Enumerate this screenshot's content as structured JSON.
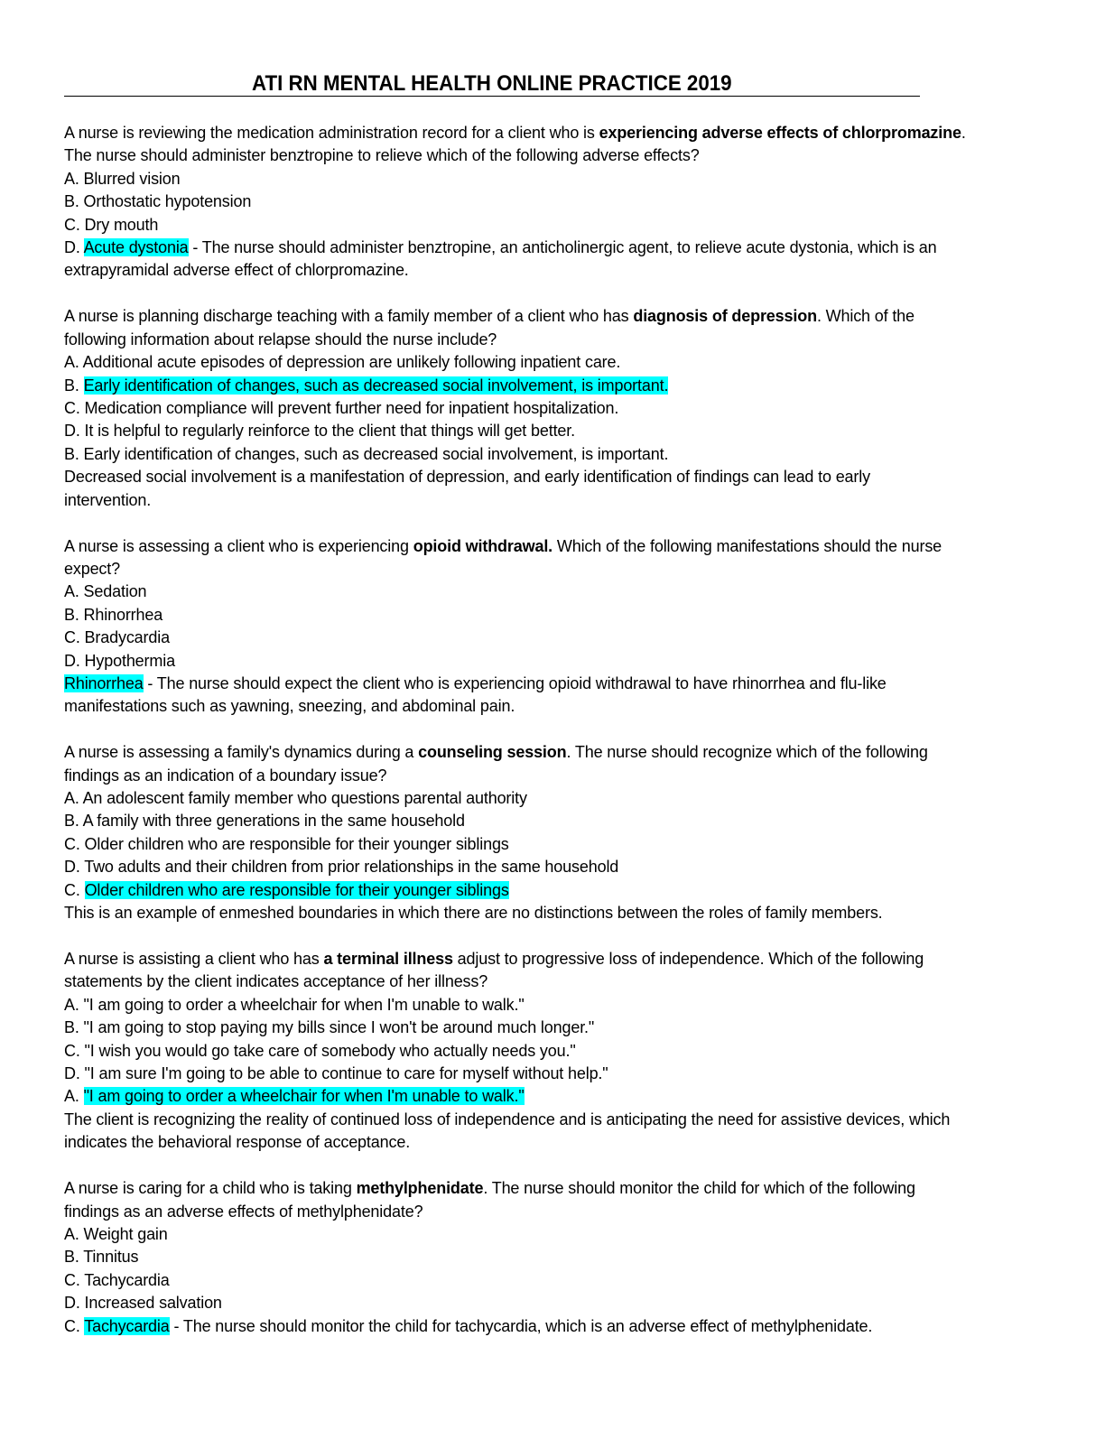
{
  "document": {
    "title": "ATI RN MENTAL HEALTH ONLINE PRACTICE 2019"
  },
  "questions": [
    {
      "stem": [
        [
          "A nurse is reviewing the medication administration record for a client who is ",
          "experiencing adverse effects of chlorpromazine",
          "."
        ],
        [
          "The nurse should administer benztropine to relieve which of the following adverse effects?",
          "",
          ""
        ]
      ],
      "options": [
        "A. Blurred vision",
        "B. Orthostatic hypotension",
        "C. Dry mouth"
      ],
      "answer": {
        "prefix": "D. ",
        "highlight": "Acute dystonia",
        "after": " - The nurse should administer benztropine, an anticholinergic agent, to relieve acute dystonia, which is an"
      },
      "rationale": [
        "extrapyramidal adverse effect of chlorpromazine."
      ]
    },
    {
      "stem": [
        [
          "A nurse is planning discharge teaching with a family member of a client who has ",
          "diagnosis of depression",
          ". Which of the"
        ],
        [
          "following information about relapse should the nurse include?",
          "",
          ""
        ]
      ],
      "options": [
        "A. Additional acute episodes of depression are unlikely following inpatient care.",
        "B. |Early identification of changes, such as decreased social involvement, is important.",
        "C. Medication compliance will prevent further need for inpatient hospitalization.",
        "D. It is helpful to regularly reinforce to the client that things will get better."
      ],
      "rationale": [
        "B. Early identification of changes, such as decreased social involvement, is important.",
        "Decreased social involvement is a manifestation of depression, and early identification of findings can lead to early",
        "intervention."
      ]
    },
    {
      "stem": [
        [
          "A nurse is assessing a client who is experiencing ",
          "opioid withdrawal.",
          " Which of the following manifestations should the nurse"
        ],
        [
          "expect?",
          "",
          ""
        ]
      ],
      "options": [
        "A. Sedation",
        "B. Rhinorrhea",
        "C. Bradycardia",
        "D. Hypothermia"
      ],
      "answer": {
        "prefix": "",
        "highlight": "Rhinorrhea",
        "after": " - The nurse should expect the client who is experiencing opioid withdrawal to have rhinorrhea and flu-like"
      },
      "rationale": [
        "manifestations such as yawning, sneezing, and abdominal pain."
      ]
    },
    {
      "stem": [
        [
          "A nurse is assessing a family's dynamics during a ",
          "counseling session",
          ". The nurse should recognize which of the following"
        ],
        [
          "findings as an indication of a boundary issue?",
          "",
          ""
        ]
      ],
      "options": [
        "A. An adolescent family member who questions parental authority",
        "B. A family with three generations in the same household",
        "C. Older children who are responsible for their younger siblings",
        "D. Two adults and their children from prior relationships in the same household"
      ],
      "answer": {
        "prefix": "C. ",
        "highlight": "Older children who are responsible for their younger siblings",
        "after": ""
      },
      "rationale": [
        "This is an example of enmeshed boundaries in which there are no distinctions between the roles of family members."
      ]
    },
    {
      "stem": [
        [
          "A nurse is assisting a client who has ",
          "a terminal illness",
          " adjust to progressive loss of independence. Which of the following"
        ],
        [
          "statements by the client indicates acceptance of her illness?",
          "",
          ""
        ]
      ],
      "options": [
        "A. \"I am going to order a wheelchair for when I'm unable to walk.\"",
        "B. \"I am going to stop paying my bills since I won't be around much longer.\"",
        "C. \"I wish you would go take care of somebody who actually needs you.\"",
        "D. \"I am sure I'm going to be able to continue to care for myself without help.\""
      ],
      "answer": {
        "prefix": "A. ",
        "highlight": "\"I am going to order a wheelchair for when I'm unable to walk.\"",
        "after": ""
      },
      "rationale": [
        "The client is recognizing the reality of continued loss of independence and is anticipating the need for assistive devices, which",
        "indicates the behavioral response of acceptance."
      ]
    },
    {
      "stem": [
        [
          "A nurse is caring for a child who is taking ",
          "methylphenidate",
          ". The nurse should monitor the child for which of the following"
        ],
        [
          "findings as an adverse effects of methylphenidate?",
          "",
          ""
        ]
      ],
      "options": [
        "A. Weight gain",
        "B. Tinnitus",
        "C. Tachycardia",
        "D. Increased salvation"
      ],
      "answer": {
        "prefix": "C. ",
        "highlight": "Tachycardia",
        "after": " - The nurse should monitor the child for tachycardia, which is an adverse effect of methylphenidate."
      },
      "rationale": []
    }
  ],
  "colors": {
    "highlight": "#00ffff",
    "text": "#000000",
    "background": "#ffffff"
  }
}
